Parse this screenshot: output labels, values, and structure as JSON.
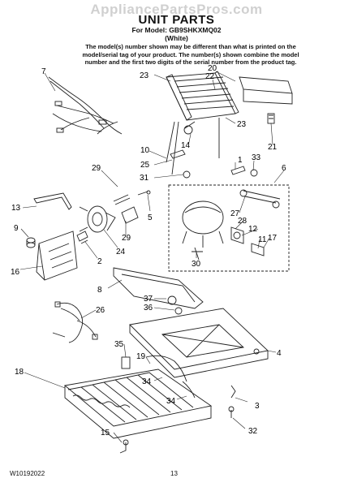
{
  "watermark": "AppliancePartsPros.com",
  "title": "UNIT PARTS",
  "model_line": "For Model: GB9SHKXMQ02",
  "color_line": "(White)",
  "note": "The model(s) number shown may be different than what is printed on the model/serial tag of your product. The number(s) shown combine the model number and the first two digits of the serial number from the product tag.",
  "footer": {
    "doc_number": "W10192022",
    "page_number": "13"
  },
  "callouts": [
    "7",
    "23",
    "22",
    "20",
    "23",
    "14",
    "21",
    "10",
    "25",
    "1",
    "33",
    "31",
    "6",
    "29",
    "13",
    "9",
    "5",
    "29",
    "27",
    "28",
    "12",
    "11",
    "17",
    "2",
    "24",
    "16",
    "30",
    "8",
    "37",
    "36",
    "26",
    "4",
    "35",
    "19",
    "18",
    "34",
    "34",
    "3",
    "15",
    "32"
  ]
}
